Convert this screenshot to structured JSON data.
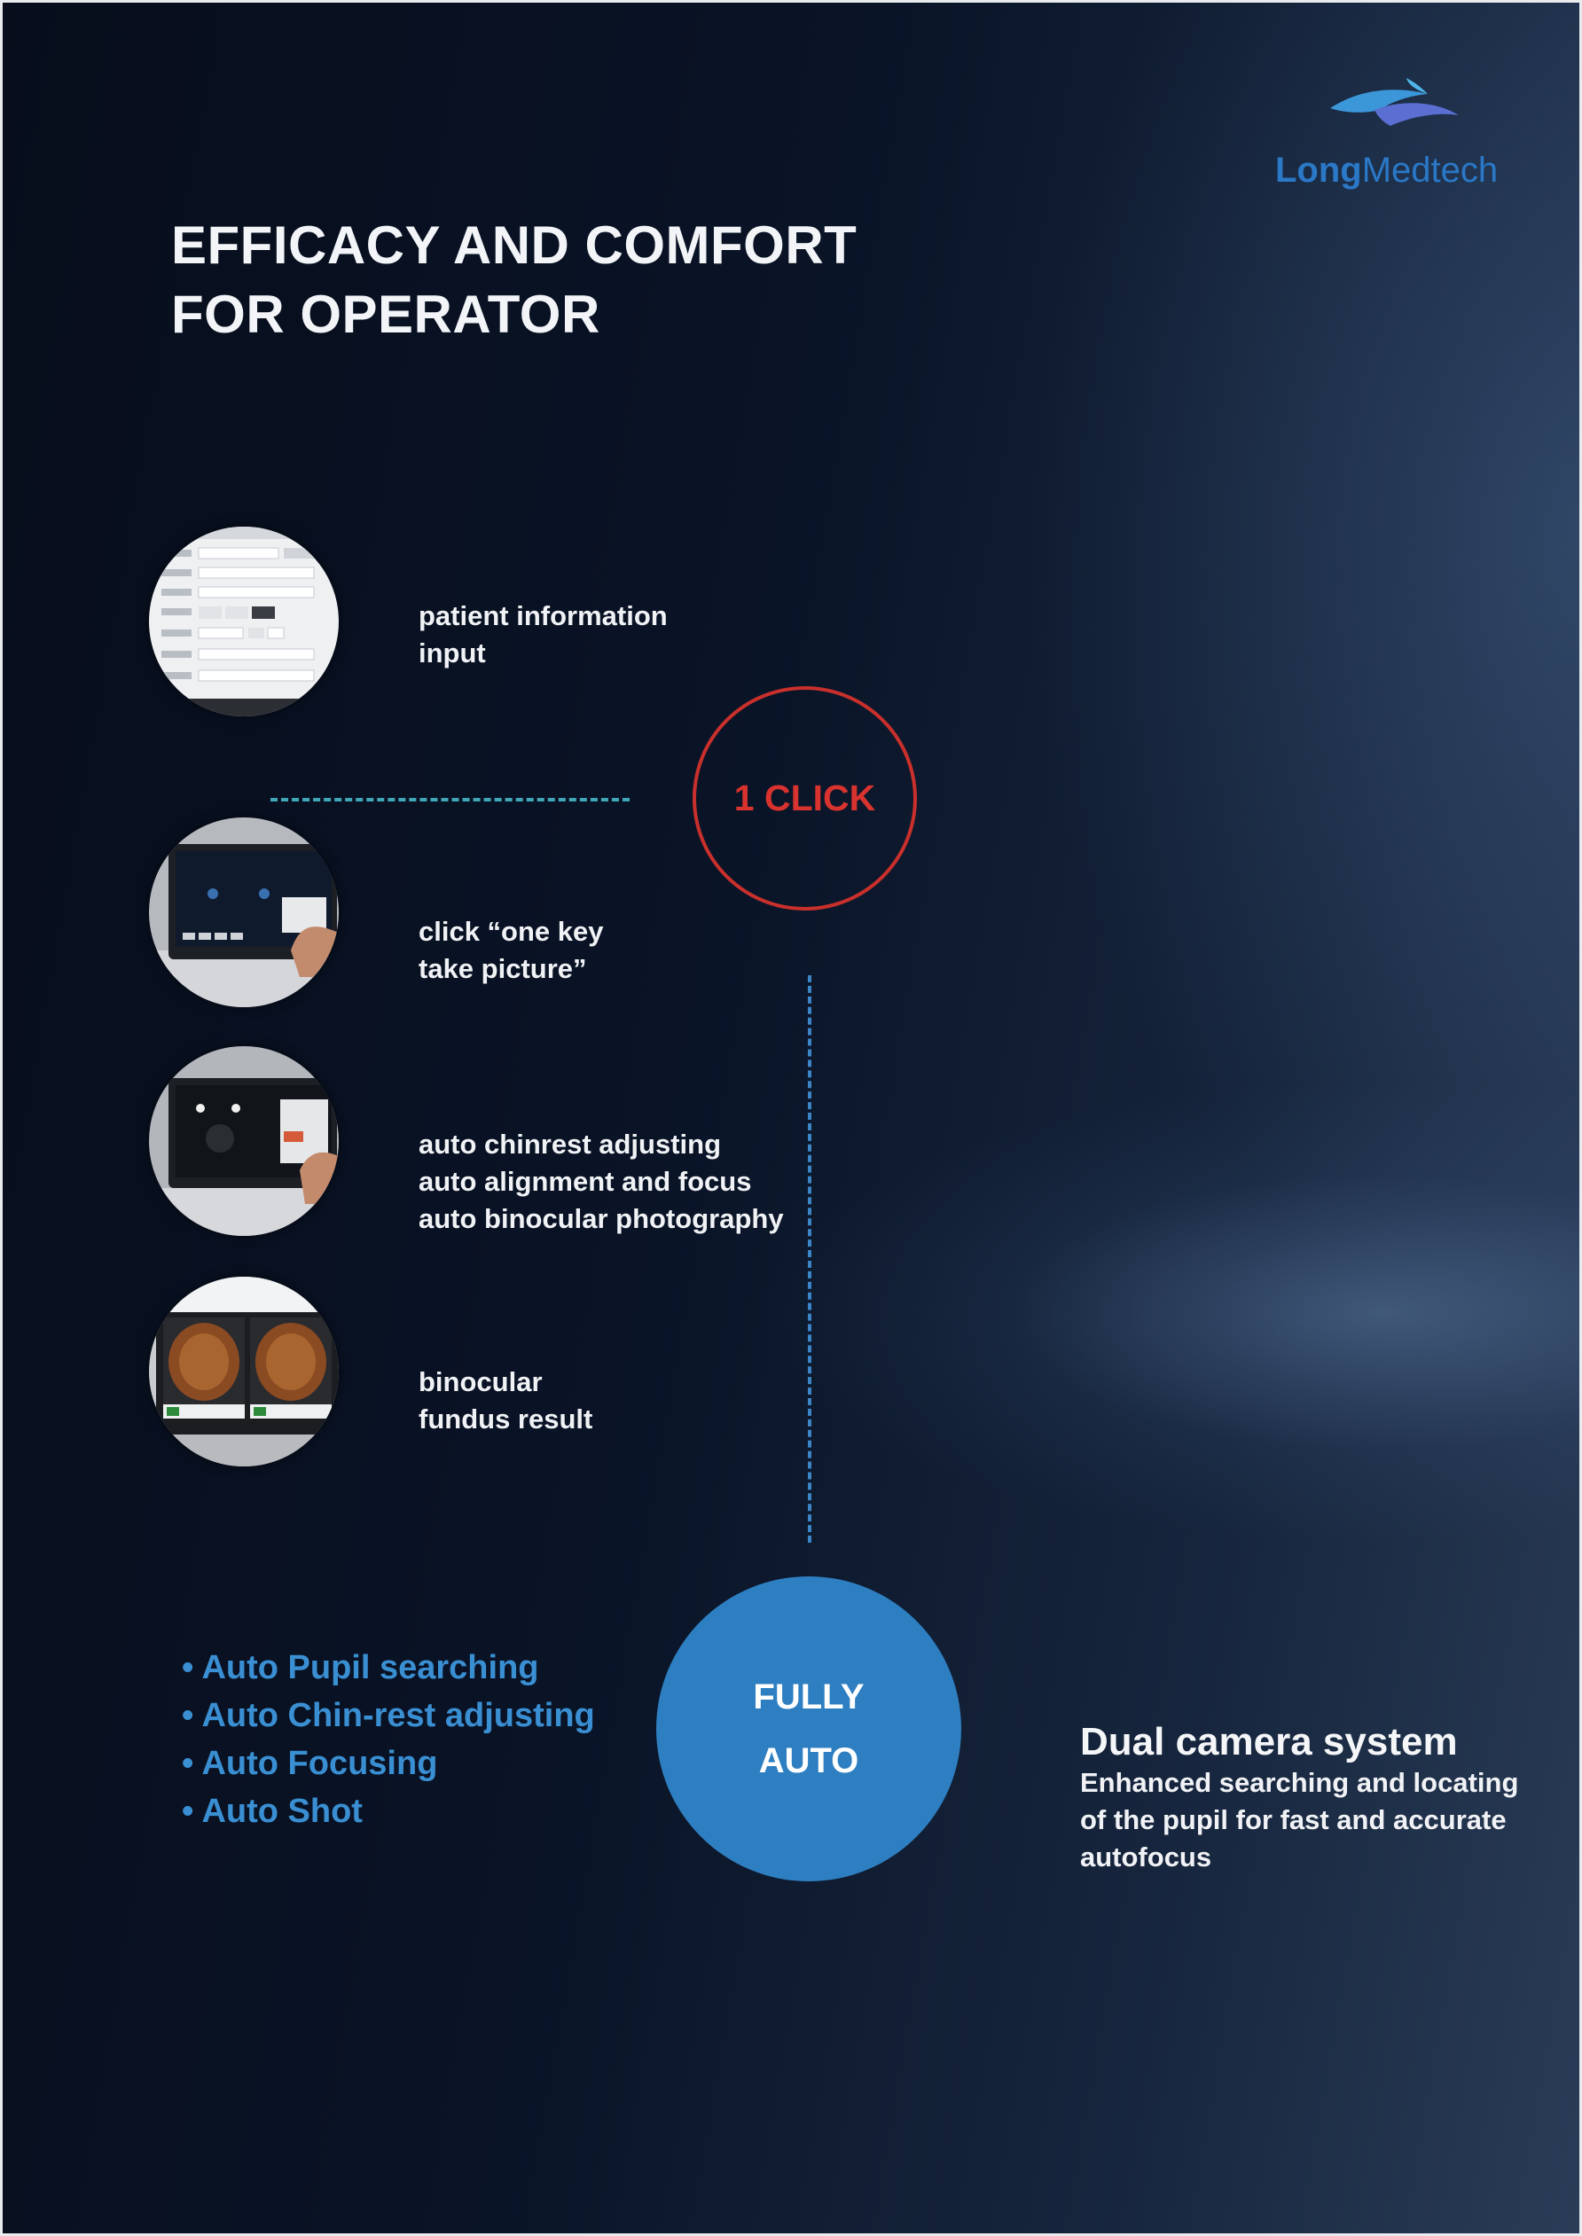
{
  "brand": {
    "logo_bold": "Long",
    "logo_rest": "Medtech"
  },
  "title": {
    "line1": "EFFICACY AND COMFORT",
    "line2": "FOR OPERATOR"
  },
  "steps": [
    {
      "lines": [
        "patient information",
        "input"
      ]
    },
    {
      "lines": [
        "click “one key",
        "take picture”"
      ]
    },
    {
      "lines": [
        "auto chinrest adjusting",
        "auto alignment and focus",
        "auto binocular photography"
      ]
    },
    {
      "lines": [
        "binocular",
        "fundus result"
      ]
    }
  ],
  "click_badge": "1 CLICK",
  "auto_badge": {
    "line1": "FULLY",
    "line2": "AUTO"
  },
  "features": [
    "Auto Pupil searching",
    "Auto Chin-rest adjusting",
    "Auto Focusing",
    "Auto Shot"
  ],
  "dual_camera": {
    "title": "Dual camera system",
    "description": "Enhanced searching and locating of the pupil for fast and accurate autofocus"
  },
  "colors": {
    "background": "#0a1222",
    "accent_blue": "#2e7fc1",
    "click_red": "#d8332e",
    "dash_teal": "#3fa7b8"
  }
}
